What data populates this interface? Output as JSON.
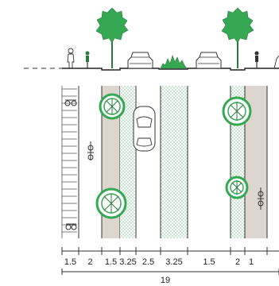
{
  "diagram": {
    "type": "street cross-section and plan",
    "palette": {
      "tree_green": "#35a853",
      "tree_dark": "#2a7a3e",
      "stipple_green": "#6fc58a",
      "sidewalk_gray": "#ddd6cf",
      "line_black": "#222222"
    },
    "icons": [
      "tree-icon",
      "pedestrian-icon",
      "cyclist-icon",
      "car-icon",
      "shrub-icon",
      "bicycle-symbol-icon"
    ],
    "dimensions": {
      "segments": [
        "1.5",
        "2",
        "1.5",
        "3.25",
        "2.5",
        "3.25",
        "1.5",
        "2",
        "1"
      ],
      "total": "19"
    }
  }
}
